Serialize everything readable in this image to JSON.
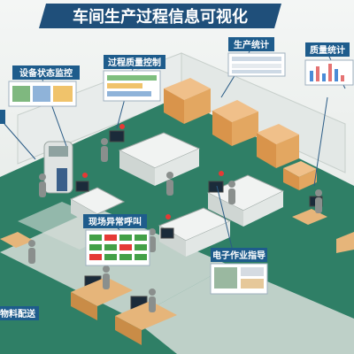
{
  "title": "车间生产过程信息可视化",
  "labels": {
    "device_status": "设备状态监控",
    "process_quality": "过程质量控制",
    "production_stats": "生产统计",
    "quality_stats": "质量统计",
    "andon": "现场异常呼叫",
    "work_instruction": "电子作业指导",
    "material_delivery": "物料配送"
  },
  "colors": {
    "banner": "#1f4f7a",
    "label": "#1e5c8c",
    "floor": "#2f7f66",
    "aisle": "#d7ded9",
    "wall": "#e8eceb",
    "box": "#e0a25a"
  }
}
